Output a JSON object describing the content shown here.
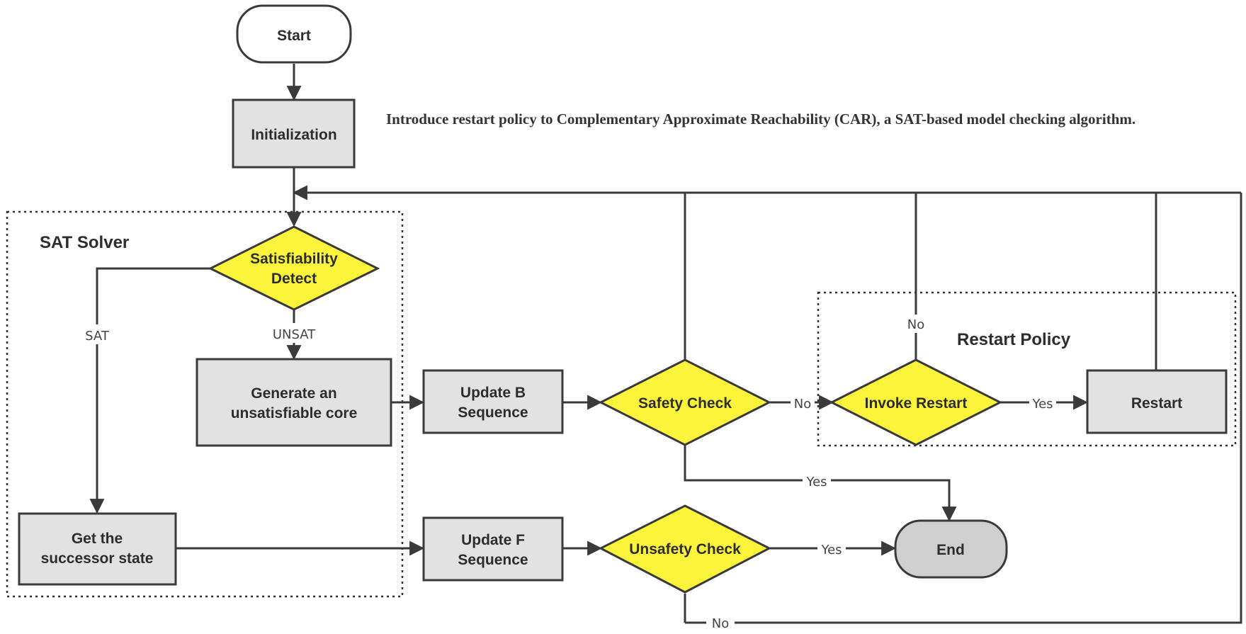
{
  "caption": "Introduce restart policy to Complementary Approximate Reachability (CAR), a SAT-based model checking algorithm.",
  "groups": {
    "sat_solver": "SAT Solver",
    "restart_policy": "Restart Policy"
  },
  "nodes": {
    "start": "Start",
    "init": "Initialization",
    "sat_detect": [
      "Satisfiability",
      "Detect"
    ],
    "gen_core": [
      "Generate an",
      "unsatisfiable core"
    ],
    "update_b": [
      "Update B",
      "Sequence"
    ],
    "safety": "Safety Check",
    "invoke_restart": "Invoke Restart",
    "restart": "Restart",
    "get_succ": [
      "Get the",
      "successor state"
    ],
    "update_f": [
      "Update F",
      "Sequence"
    ],
    "unsafety": "Unsafety Check",
    "end": "End"
  },
  "edges": {
    "sat": "SAT",
    "unsat": "UNSAT",
    "safety_no": "No",
    "invoke_yes": "Yes",
    "invoke_no": "No",
    "safety_yes": "Yes",
    "unsafety_yes": "Yes",
    "unsafety_no": "No"
  },
  "colors": {
    "decision_fill": "#fbf43a",
    "process_fill": "#e2e2e2",
    "end_fill": "#cfcfcf",
    "stroke": "#3a3a3a"
  }
}
